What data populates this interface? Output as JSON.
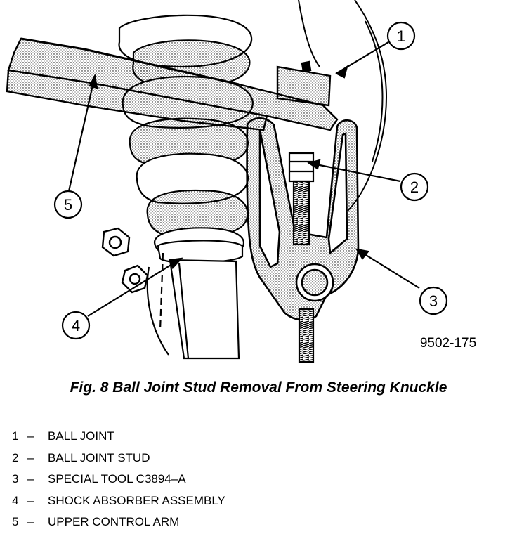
{
  "figure": {
    "callouts": [
      "1",
      "2",
      "3",
      "4",
      "5"
    ],
    "drawing_number": "9502-175"
  },
  "caption": "Fig. 8 Ball Joint Stud Removal From Steering Knuckle",
  "legend": [
    {
      "num": "1",
      "sep": "–",
      "label": "BALL JOINT"
    },
    {
      "num": "2",
      "sep": "–",
      "label": "BALL JOINT STUD"
    },
    {
      "num": "3",
      "sep": "–",
      "label": "SPECIAL TOOL C3894–A"
    },
    {
      "num": "4",
      "sep": "–",
      "label": "SHOCK ABSORBER ASSEMBLY"
    },
    {
      "num": "5",
      "sep": "–",
      "label": "UPPER CONTROL ARM"
    }
  ]
}
